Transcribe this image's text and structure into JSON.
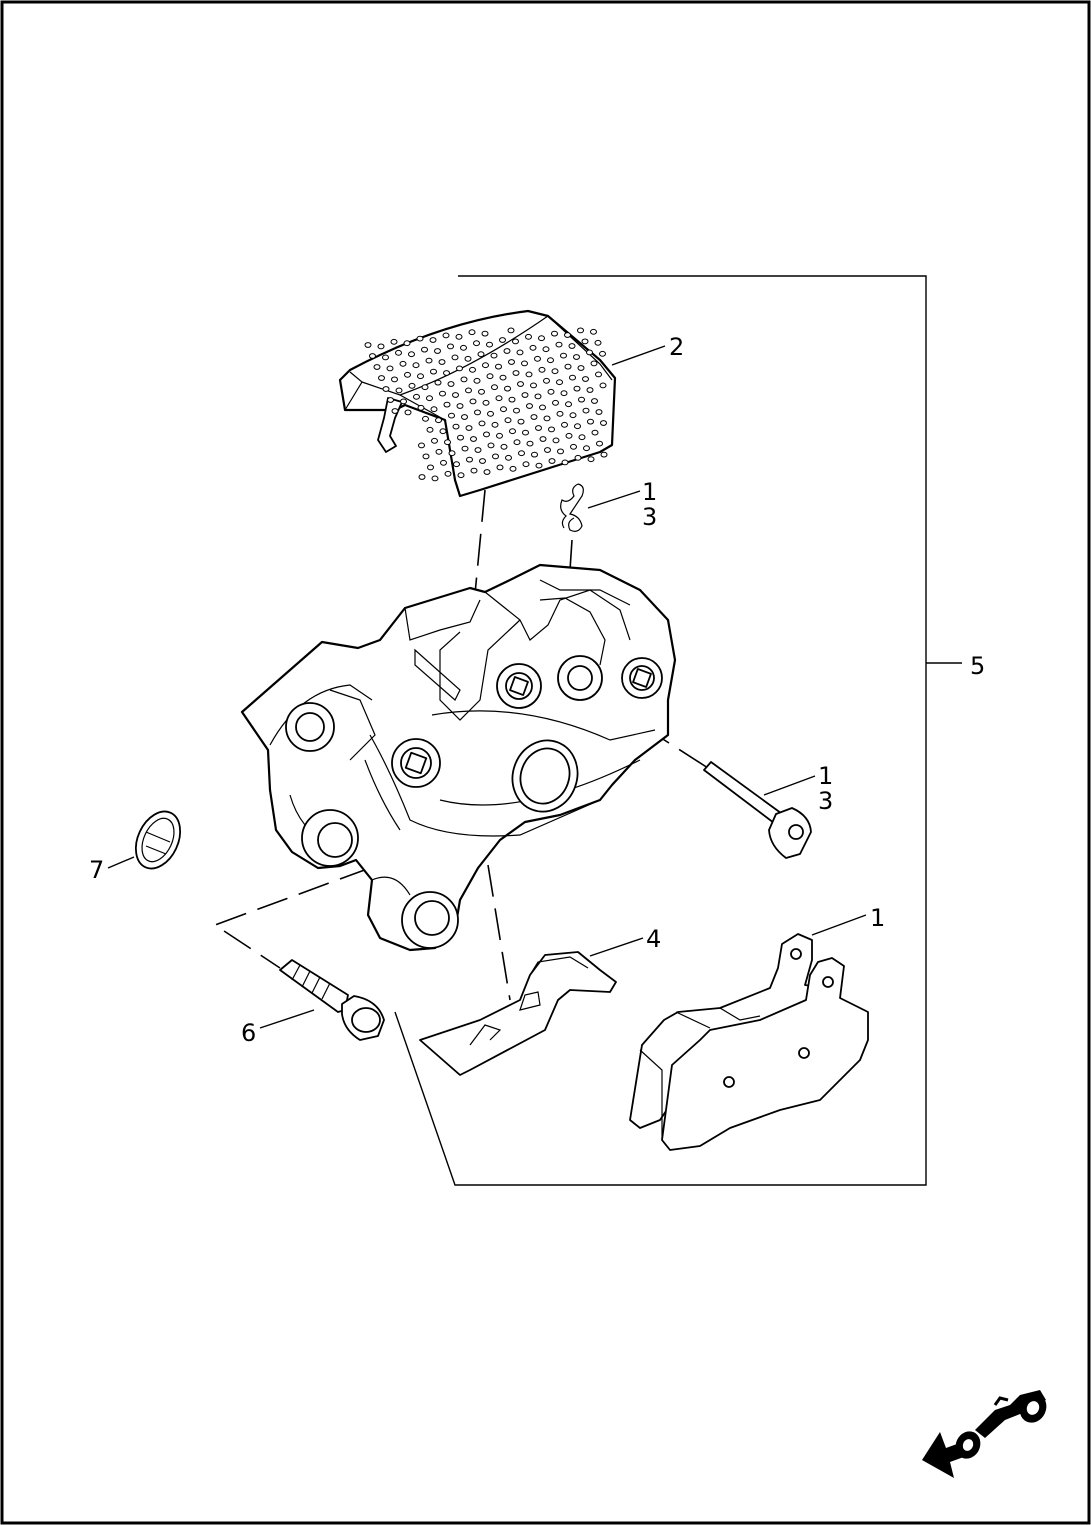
{
  "diagram": {
    "callouts": [
      {
        "id": "cover",
        "lines": [
          "2"
        ]
      },
      {
        "id": "clip",
        "lines": [
          "1",
          "3"
        ]
      },
      {
        "id": "kit",
        "lines": [
          "5"
        ]
      },
      {
        "id": "pin",
        "lines": [
          "1",
          "3"
        ]
      },
      {
        "id": "pads",
        "lines": [
          "1"
        ]
      },
      {
        "id": "spring",
        "lines": [
          "4"
        ]
      },
      {
        "id": "medallion",
        "lines": [
          "7"
        ]
      },
      {
        "id": "bolt",
        "lines": [
          "6"
        ]
      }
    ],
    "icons": {
      "orientation": "front-arrow-motorcycle-icon",
      "medallion": "bar-and-shield-medallion-icon"
    },
    "colors": {
      "ink": "#000000",
      "paper": "#ffffff"
    }
  }
}
